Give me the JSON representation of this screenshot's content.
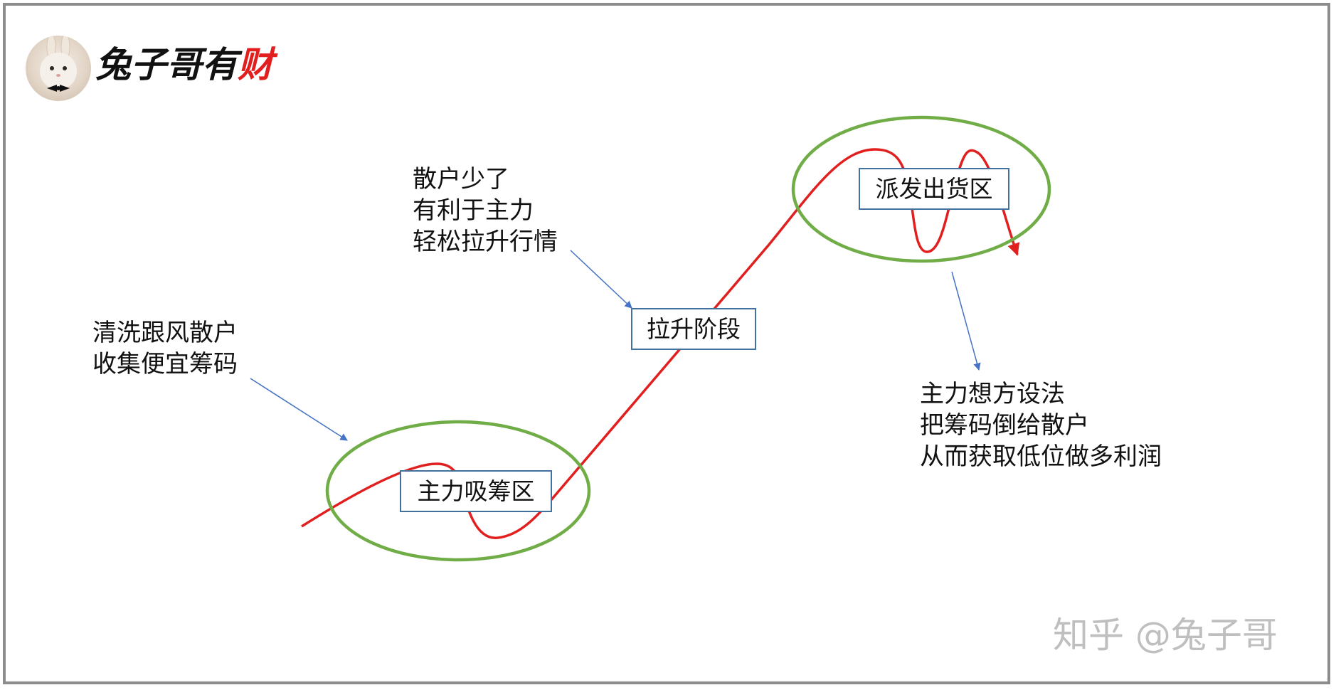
{
  "logo": {
    "name_part1": "兔子哥有",
    "name_part2": "财"
  },
  "boxes": {
    "accumulation": "主力吸筹区",
    "markup": "拉升阶段",
    "distribution": "派发出货区"
  },
  "notes": {
    "wash": [
      "清洗跟风散户",
      "收集便宜筹码"
    ],
    "few_retail": [
      "散户少了",
      "有利于主力",
      "轻松拉升行情"
    ],
    "dump": [
      "主力想方设法",
      "把筹码倒给散户",
      "从而获取低位做多利润"
    ]
  },
  "watermark": "知乎 @兔子哥",
  "colors": {
    "price_line": "#e21f1f",
    "zone_ellipse": "#70ad47",
    "arrow": "#4472c4",
    "box_border": "#41719c",
    "frame": "#8c8c8c"
  }
}
